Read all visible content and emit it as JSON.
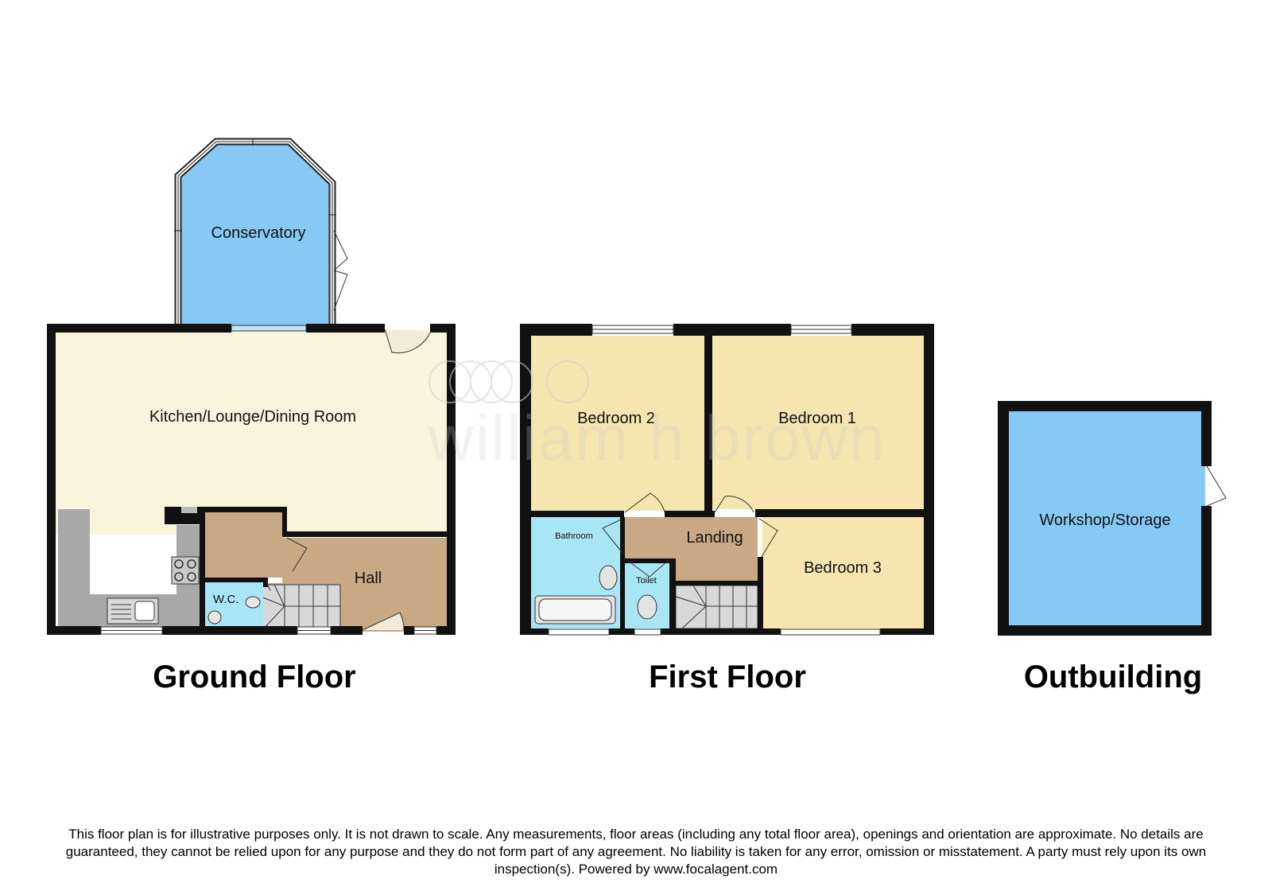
{
  "colors": {
    "wall": "#111111",
    "kitchen": "#f9f4dc",
    "conservatory": "#86c9f5",
    "hall": "#c9a886",
    "wc": "#a9e6f5",
    "bedroom": "#f6e5ae",
    "bathroom": "#a9e6f5",
    "outbuilding": "#86c9f5",
    "worktop": "#a8a8a8"
  },
  "watermark": {
    "text": "william h brown"
  },
  "ground_floor": {
    "label": "Ground Floor",
    "rooms": {
      "conservatory": "Conservatory",
      "kitchen": "Kitchen/Lounge/Dining Room",
      "hall": "Hall",
      "wc": "W.C."
    }
  },
  "first_floor": {
    "label": "First Floor",
    "rooms": {
      "bedroom2": "Bedroom 2",
      "bedroom1": "Bedroom 1",
      "bedroom3": "Bedroom 3",
      "landing": "Landing",
      "bathroom": "Bathroom",
      "toilet": "Toilet"
    }
  },
  "outbuilding": {
    "label": "Outbuilding",
    "rooms": {
      "workshop": "Workshop/Storage"
    }
  },
  "disclaimer": "This floor plan is for illustrative purposes only. It is not drawn to scale. Any measurements, floor areas (including any total floor area), openings and orientation are approximate. No details are guaranteed, they cannot be relied upon for any purpose and they do not form part of any agreement. No liability is taken for any error, omission or misstatement. A party must rely upon its own inspection(s). Powered by www.focalagent.com"
}
